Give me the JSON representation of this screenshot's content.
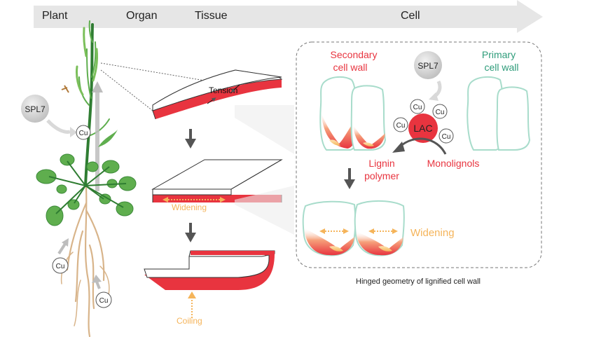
{
  "scale_bar": {
    "labels": [
      "Plant",
      "Organ",
      "Tissue",
      "Cell"
    ],
    "color": "#e6e6e6"
  },
  "plant_panel": {
    "spl7_label": "SPL7",
    "cu_label": "Cu"
  },
  "tissue_panel": {
    "tension_label": "Tension",
    "widening_label": "Widening",
    "coiling_label": "Coiling"
  },
  "cell_panel": {
    "secondary_label_1": "Secondary",
    "secondary_label_2": "cell wall",
    "primary_label_1": "Primary",
    "primary_label_2": "cell wall",
    "spl7_label": "SPL7",
    "lac_label": "LAC",
    "cu_label": "Cu",
    "lignin_label_1": "Lignin",
    "lignin_label_2": "polymer",
    "monolignols_label": "Monolignols",
    "widening_label": "Widening",
    "caption": "Hinged geometry of lignified cell wall"
  },
  "colors": {
    "red": "#e8343f",
    "orange": "#f5b45a",
    "teal": "#2e9c7a",
    "cellwall_outline": "#a8dccb",
    "gray_arrow": "#555555",
    "light_arrow": "#bdbdbd",
    "leaf_green": "#5fae4e",
    "stem_green": "#2f7d32",
    "root": "#d8b48a"
  }
}
